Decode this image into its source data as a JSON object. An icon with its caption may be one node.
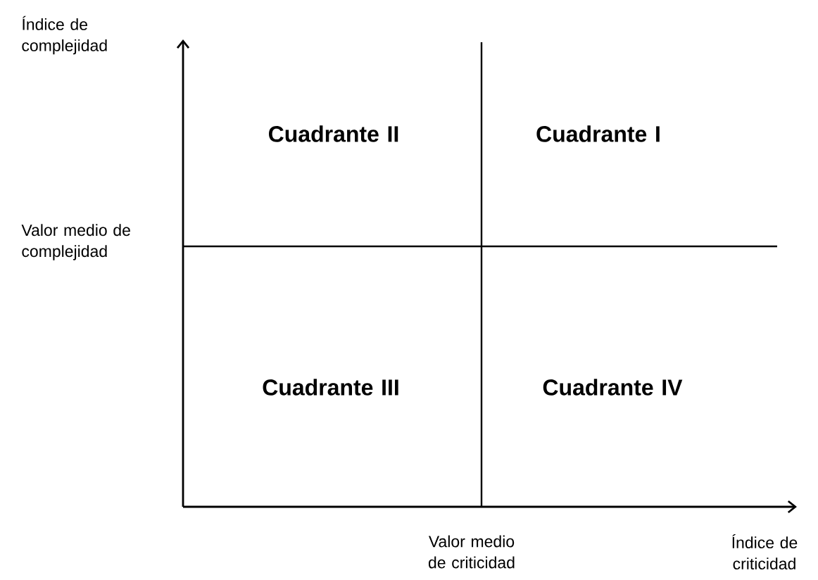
{
  "diagram": {
    "labels": [
      "Índice de complejidad",
      "Cuadrante II",
      "Cuadrante I",
      "Valor medio de complejidad",
      "Cuadrante III",
      "Cuadrante IV",
      "Valor medio de criticidad",
      "Índice de criticidad"
    ]
  }
}
